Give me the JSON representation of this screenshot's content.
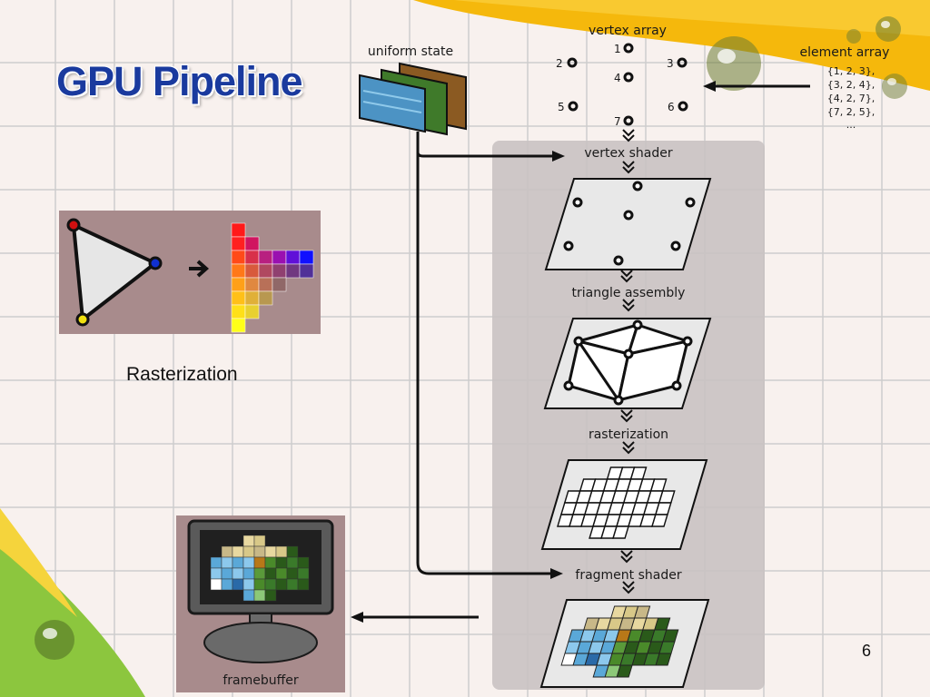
{
  "slide": {
    "title": "GPU Pipeline",
    "page_number": "6",
    "colors": {
      "title": "#1a3a9e",
      "accent_yellow": "#f5b80c",
      "accent_green": "#8cc63e",
      "panel": "#a88b8c",
      "pipeline_band": "#c9c2c2"
    }
  },
  "rasterization_figure": {
    "caption": "Rasterization",
    "arrow_icon": "right-arrow-icon"
  },
  "pipeline": {
    "uniform_state_label": "uniform state",
    "vertex_array_label": "vertex array",
    "element_array_label": "element array",
    "vertex_indices": [
      "1",
      "2",
      "3",
      "4",
      "5",
      "6",
      "7"
    ],
    "element_array_entries": [
      "{1, 2, 3},",
      "{3, 2, 4},",
      "{4, 2, 7},",
      "{7, 2, 5},",
      "..."
    ],
    "stages": [
      "vertex shader",
      "triangle assembly",
      "rasterization",
      "fragment shader"
    ],
    "framebuffer_label": "framebuffer"
  }
}
